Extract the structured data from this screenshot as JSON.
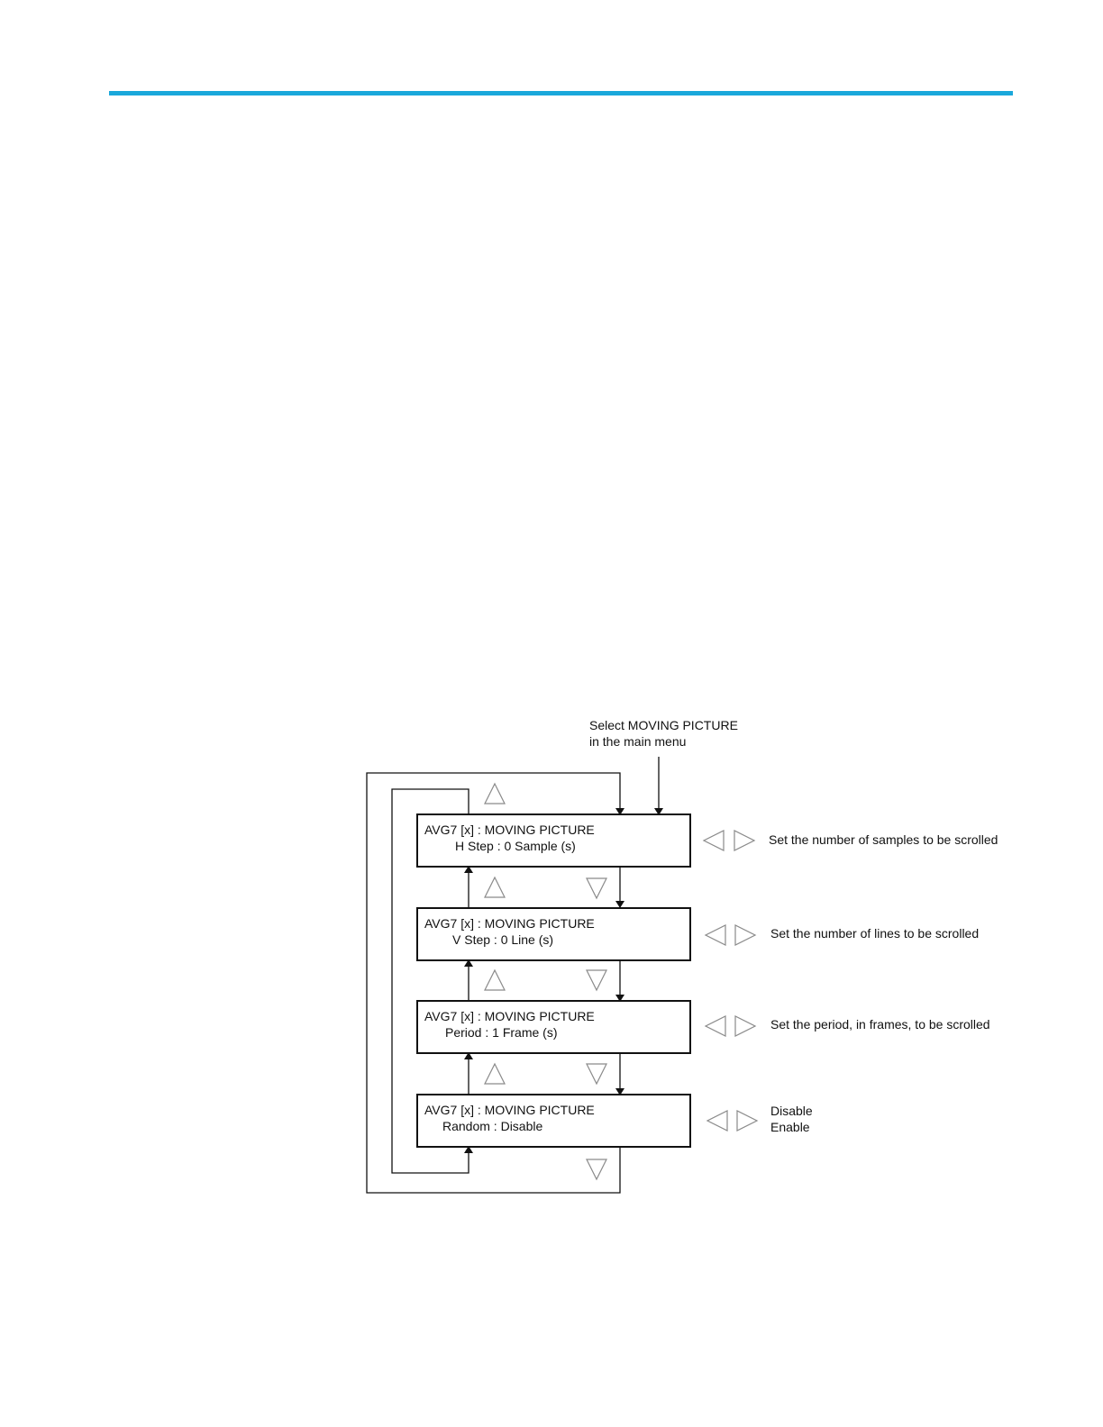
{
  "colors": {
    "accent_bar": "#1aa8db",
    "line": "#111111",
    "triangle": "#8a8a8a"
  },
  "entry_note": {
    "line1": "Select MOVING PICTURE",
    "line2": "in the main menu"
  },
  "menu_boxes": [
    {
      "title": "AVG7 [x] : MOVING PICTURE",
      "value": "H Step : 0 Sample (s)",
      "description": [
        "Set the number of samples to be scrolled"
      ]
    },
    {
      "title": "AVG7 [x] :  MOVING PICTURE",
      "value": "V Step : 0 Line (s)",
      "description": [
        "Set the number of lines to be scrolled"
      ]
    },
    {
      "title": "AVG7 [x] : MOVING PICTURE",
      "value": "Period : 1 Frame (s)",
      "description": [
        "Set the period, in frames, to be scrolled"
      ]
    },
    {
      "title": "AVG7 [x] : MOVING PICTURE",
      "value": "Random :  Disable",
      "description": [
        "Disable",
        "Enable"
      ]
    }
  ],
  "icons": {
    "up": "up-triangle-icon",
    "down": "down-triangle-icon",
    "left": "left-triangle-icon",
    "right": "right-triangle-icon"
  }
}
